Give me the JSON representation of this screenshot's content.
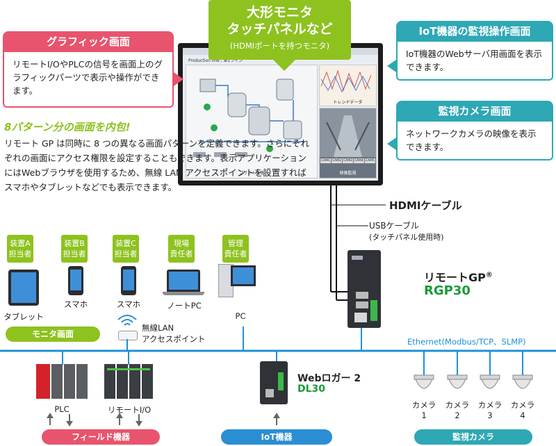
{
  "monitor_callout": {
    "line1": "大形モニタ",
    "line2": "タッチパネルなど",
    "sub": "(HDMIポートを持つモニタ)"
  },
  "graphic_panel": {
    "title": "グラフィック画面",
    "body": "リモートI/OやPLCの信号を画面上のグラフィックパーツで表示や操作ができます。"
  },
  "iot_panel": {
    "title": "IoT機器の監視操作画面",
    "body": "IoT機器のWebサーバ用画面を表示できます。"
  },
  "camera_panel": {
    "title": "監視カメラ画面",
    "body": "ネットワークカメラの映像を表示できます。"
  },
  "feature": {
    "heading": "8パターン分の画面を内包!",
    "body": "リモート GP は同時に 8 つの異なる画面パターンを定義できます。さらにそれぞれの画面にアクセス権限を設定することもできます。表示アプリケーションにはWebブラウザを使用するため、無線 LAN アクセスポイントを設置すればスマホやタブレットなどでも表示できます。"
  },
  "screen": {
    "breadcrumb": "Production line ; 第1ライン",
    "tab_plant": "プラント全体",
    "tab_trend": "トレンドデータ",
    "tab_cam": "映像監視",
    "cams": [
      "CAM1",
      "CAM2",
      "CAM3",
      "CAM4",
      "CAM5"
    ]
  },
  "cables": {
    "hdmi": "HDMIケーブル",
    "usb": "USBケーブル",
    "usb_note": "(タッチパネル使用時)"
  },
  "product": {
    "name": "リモートGP",
    "reg": "®",
    "model": "RGP30"
  },
  "roles": [
    {
      "line1": "装置A",
      "line2": "担当者"
    },
    {
      "line1": "装置B",
      "line2": "担当者"
    },
    {
      "line1": "装置C",
      "line2": "担当者"
    },
    {
      "line1": "現場",
      "line2": "責任者"
    },
    {
      "line1": "管理",
      "line2": "責任者"
    }
  ],
  "devices": {
    "tablet": "タブレット",
    "phone1": "スマホ",
    "phone2": "スマホ",
    "laptop": "ノートPC",
    "pc": "PC"
  },
  "monitor_pill": "モニタ画面",
  "wlan": {
    "line1": "無線LAN",
    "line2": "アクセスポイント"
  },
  "ethernet": "Ethernet(Modbus/TCP、SLMP)",
  "field": {
    "plc": "PLC",
    "rio": "リモートI/O",
    "pill": "フィールド機器"
  },
  "logger": {
    "name": "Webロガー 2",
    "model": "DL30",
    "pill": "IoT機器"
  },
  "cameras": {
    "labels": [
      [
        "カメラ",
        "1"
      ],
      [
        "カメラ",
        "2"
      ],
      [
        "カメラ",
        "3"
      ],
      [
        "カメラ",
        "4"
      ]
    ],
    "pill": "監視カメラ"
  },
  "colors": {
    "pink": "#e8546d",
    "teal": "#2ea8b4",
    "green": "#8dc21f",
    "blue": "#2b8ed3",
    "product_green": "#1a9a3a",
    "ethernet_blue": "#1e90d8"
  }
}
